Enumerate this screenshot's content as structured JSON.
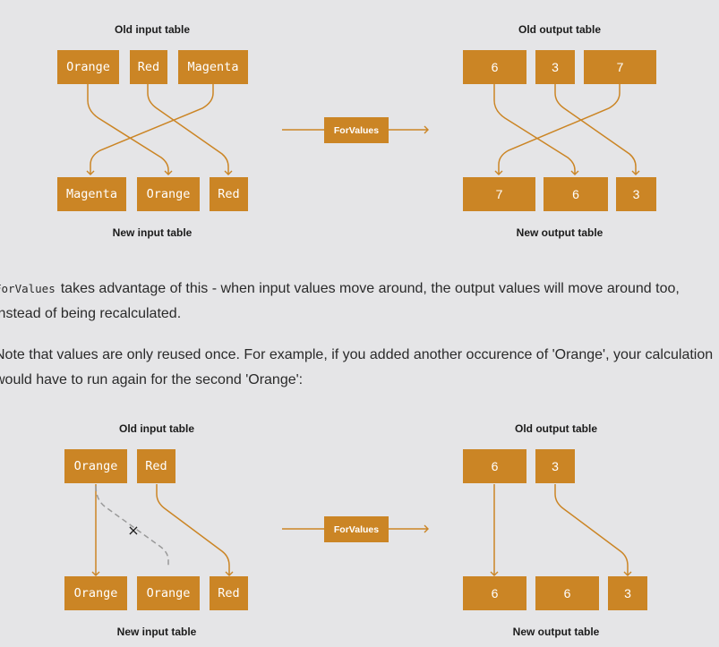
{
  "colors": {
    "accent": "#cb8525",
    "background": "#e5e5e7",
    "text": "#1c1c1c",
    "dashed": "#9a9a9a"
  },
  "diagram1": {
    "old_input_title": "Old input table",
    "old_output_title": "Old output table",
    "new_input_title": "New input table",
    "new_output_title": "New output table",
    "for_values_label": "ForValues",
    "old_inputs": [
      "Orange",
      "Red",
      "Magenta"
    ],
    "old_outputs": [
      "6",
      "3",
      "7"
    ],
    "new_inputs": [
      "Magenta",
      "Orange",
      "Red"
    ],
    "new_outputs": [
      "7",
      "6",
      "3"
    ]
  },
  "text": {
    "para1_code": "ForValues",
    "para1_rest": "takes advantage of this - when input values move around, the output values will move around too, instead of being recalculated.",
    "para2": "Note that values are only reused once. For example, if you added another occurence of 'Orange', your calculation would have to run again for the second 'Orange':"
  },
  "diagram2": {
    "old_input_title": "Old input table",
    "old_output_title": "Old output table",
    "new_input_title": "New input table",
    "new_output_title": "New output table",
    "for_values_label": "ForValues",
    "old_inputs": [
      "Orange",
      "Red"
    ],
    "old_outputs": [
      "6",
      "3"
    ],
    "new_inputs": [
      "Orange",
      "Orange",
      "Red"
    ],
    "new_outputs": [
      "6",
      "6",
      "3"
    ],
    "no_reuse_mark": "×"
  }
}
